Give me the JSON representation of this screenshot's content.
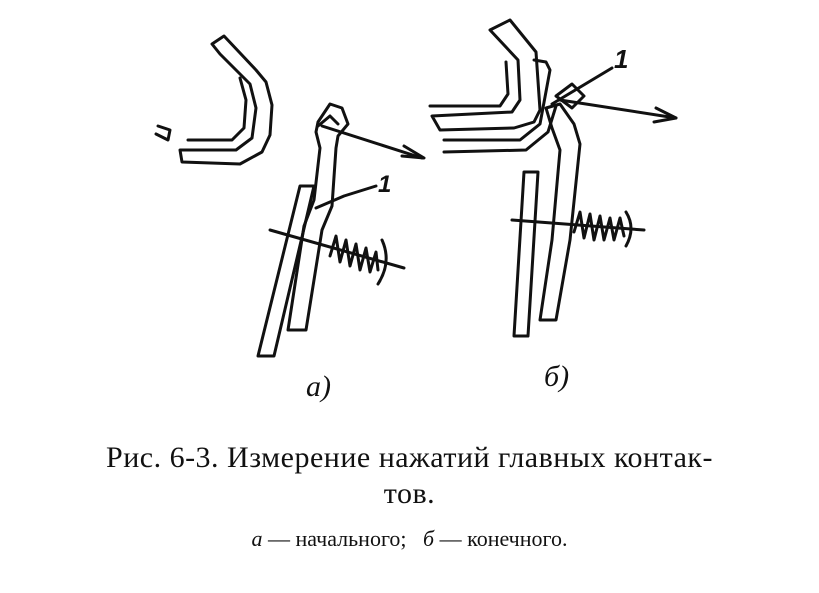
{
  "figure": {
    "callout_a": "1",
    "callout_b": "1",
    "label_a": "а)",
    "label_b": "б)"
  },
  "caption": {
    "line1": "Рис. 6-3. Измерение нажатий главных контак-",
    "line2": "тов.",
    "legend_a_letter": "а",
    "legend_a_text": " — начального;",
    "legend_b_letter": "б",
    "legend_b_text": " — конечного."
  }
}
